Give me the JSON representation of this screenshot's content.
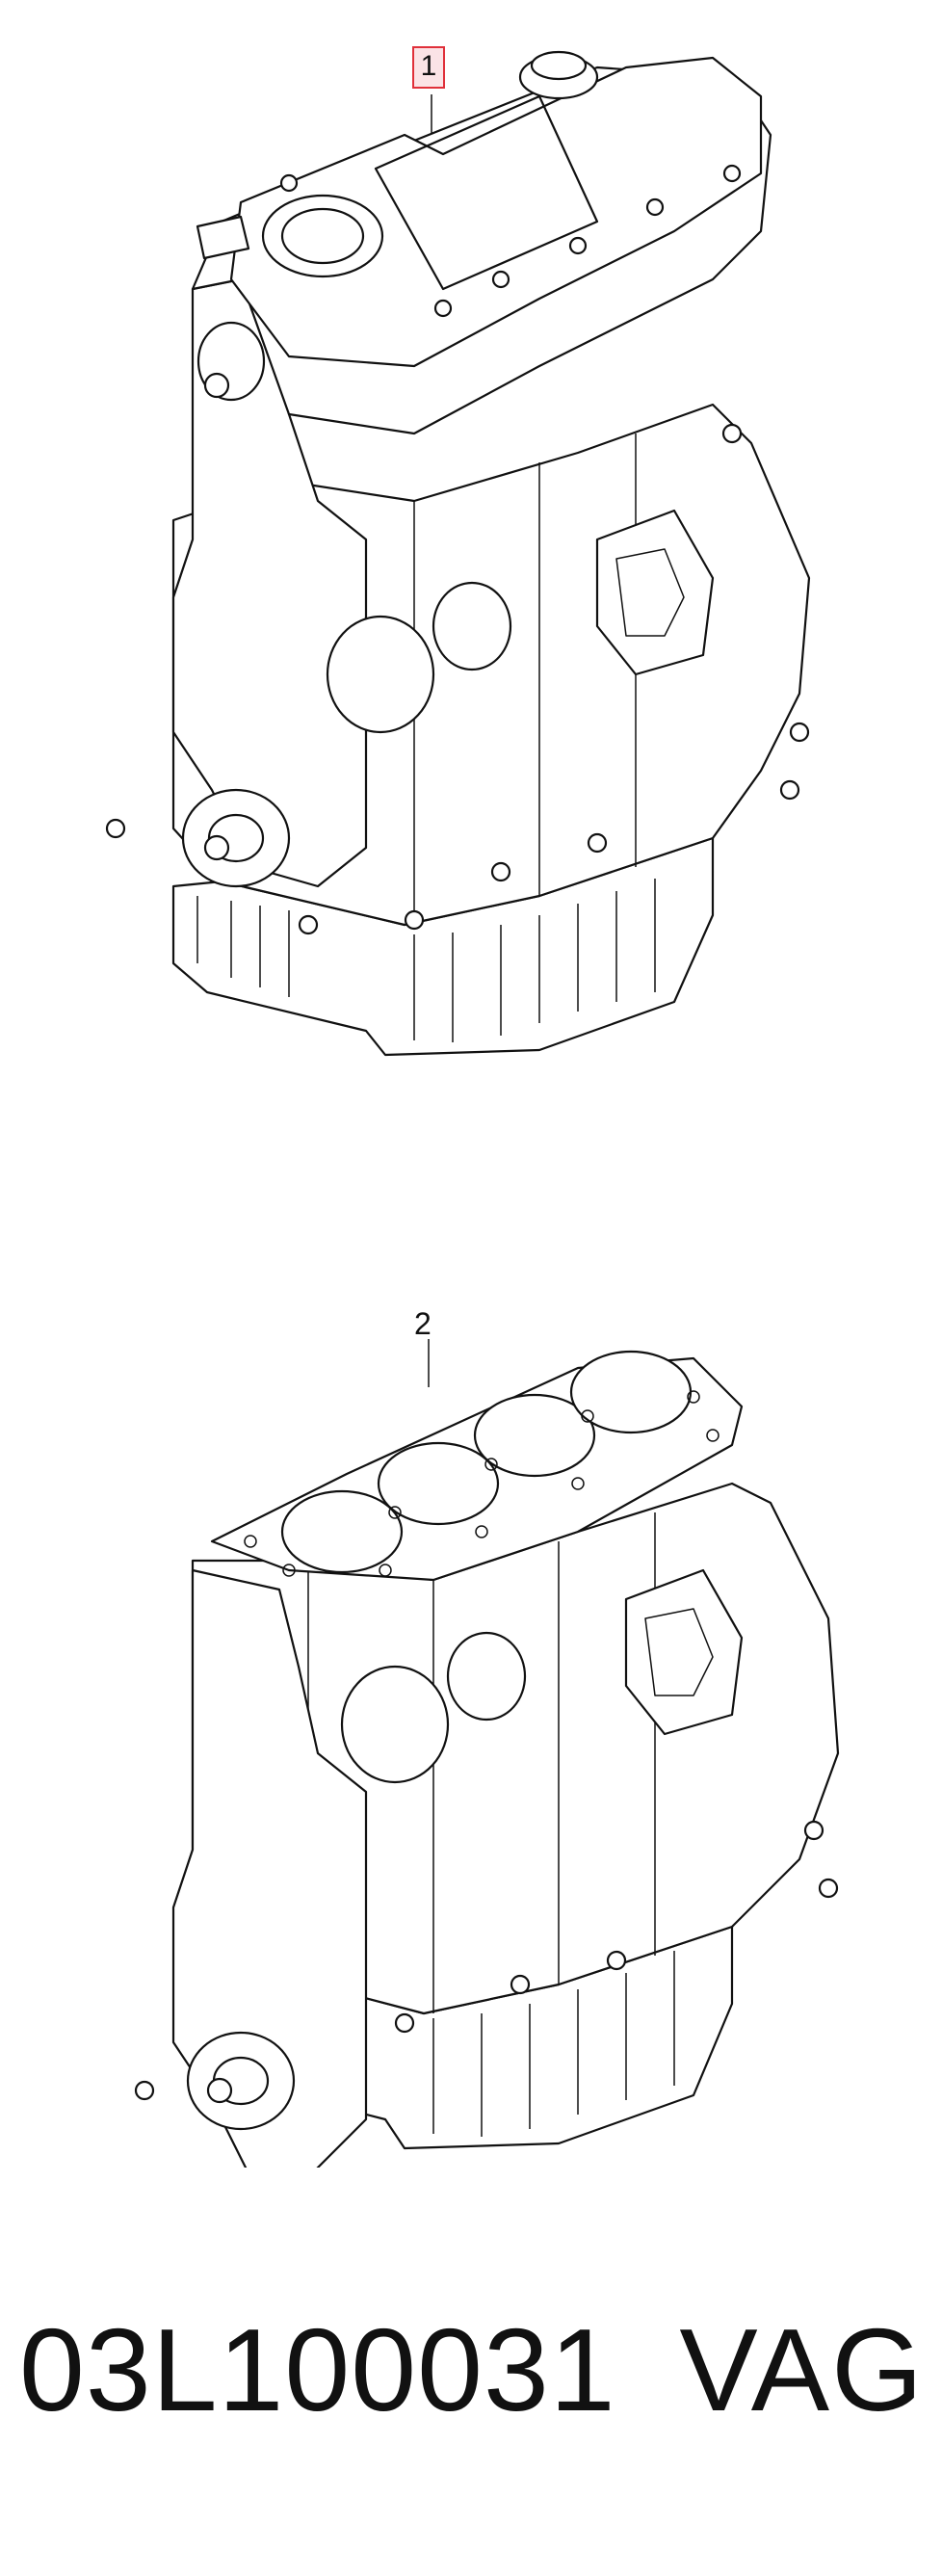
{
  "callouts": {
    "item1": "1",
    "item2": "2"
  },
  "footer": {
    "part_number": "03L100031",
    "brand": "VAG"
  },
  "colors": {
    "callout_border": "#e0303a",
    "callout_fill": "#fbe3e6",
    "line": "#111111"
  }
}
